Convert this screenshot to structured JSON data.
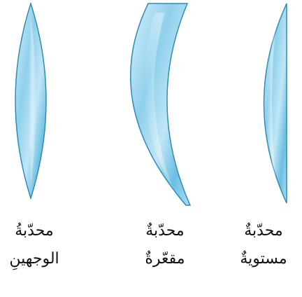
{
  "colors": {
    "lens_edge": "#2f8cb4",
    "lens_light": "#e3f5fd",
    "lens_mid": "#9fd9f0",
    "lens_dark": "#4fb0d8",
    "text": "#111111"
  },
  "lenses": [
    {
      "id": "biconvex",
      "name_line1": "محدّبةُ",
      "name_line2": "الوجهينِ"
    },
    {
      "id": "convex-concave",
      "name_line1": "محدّبةٌ",
      "name_line2": "مقعّرةٌ"
    },
    {
      "id": "plano-convex",
      "name_line1": "محدّبةٌ",
      "name_line2": "مستويةٌ"
    }
  ]
}
